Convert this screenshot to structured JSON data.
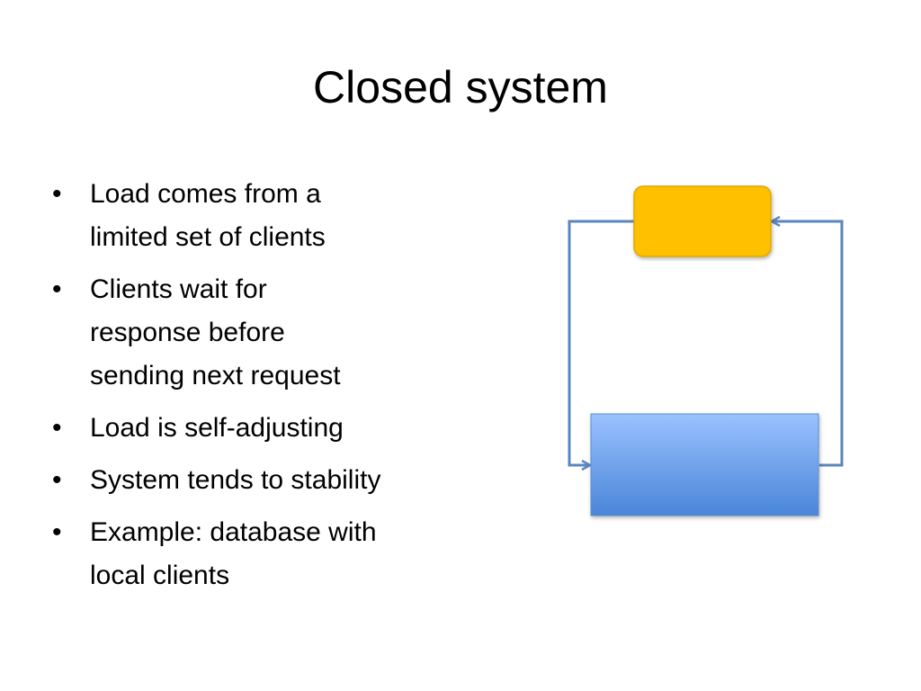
{
  "slide": {
    "title": "Closed system",
    "bullet_symbol": "•",
    "bullets": [
      {
        "lines": [
          "Load comes from a",
          "limited set of clients"
        ]
      },
      {
        "lines": [
          "Clients wait for",
          "response before",
          "sending next request"
        ]
      },
      {
        "lines": [
          "Load is self-adjusting"
        ]
      },
      {
        "lines": [
          "System tends to stability"
        ]
      },
      {
        "lines": [
          "Example: database with",
          "local clients"
        ]
      }
    ]
  },
  "diagram": {
    "colors": {
      "client_box_fill": "#FFC000",
      "client_box_stroke": "#E0A800",
      "system_box_top": "#99C2FF",
      "system_box_bottom": "#4A86D8",
      "system_box_stroke": "#5B8FD0",
      "arrow": "#5A86C0"
    }
  }
}
